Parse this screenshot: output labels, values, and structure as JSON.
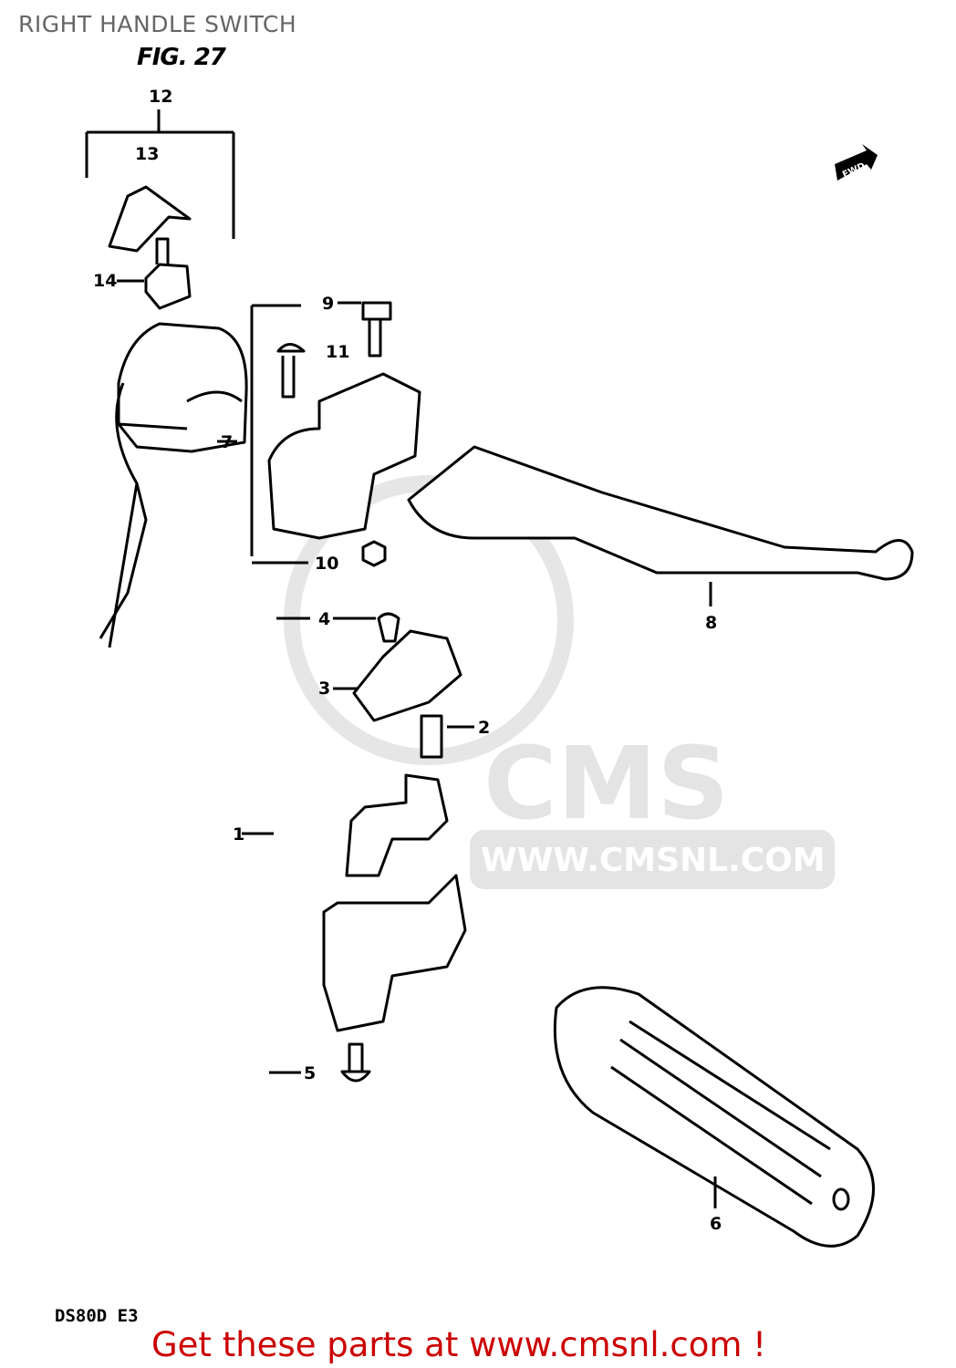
{
  "header": {
    "title": "RIGHT HANDLE SWITCH",
    "figure": "FIG. 27"
  },
  "watermark": {
    "logo": "CMS",
    "url": "WWW.CMSNL.COM"
  },
  "direction_marker": "FWD",
  "callouts": [
    "1",
    "2",
    "3",
    "4",
    "5",
    "6",
    "7",
    "8",
    "9",
    "10",
    "11",
    "12",
    "13",
    "14"
  ],
  "footer": {
    "model": "DS80D E3",
    "promo": "Get these parts at www.cmsnl.com !",
    "promo_color": "#cc0000"
  }
}
